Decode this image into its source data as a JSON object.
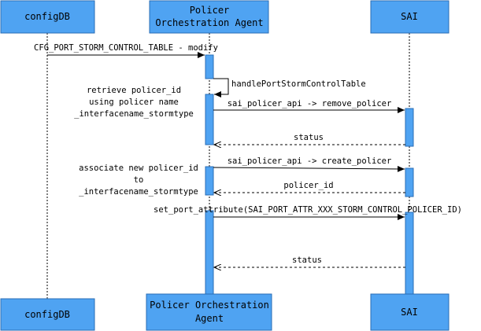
{
  "colors": {
    "box_fill": "#4FA3F2",
    "box_stroke": "#2A6DB5",
    "activation_fill": "#4FA3F2",
    "line": "#000000"
  },
  "participants": {
    "configdb": {
      "top_label": "configDB",
      "bottom_label": "configDB"
    },
    "policer": {
      "top_label_line1": "Policer",
      "top_label_line2": "Orchestration Agent",
      "bottom_label_line1": "Policer Orchestration",
      "bottom_label_line2": "Agent"
    },
    "sai": {
      "top_label": "SAI",
      "bottom_label": "SAI"
    }
  },
  "messages": {
    "cfg_modify": "CFG_PORT_STORM_CONTROL_TABLE - modify",
    "handle_table": "handlePortStormControlTable",
    "remove_policer": "sai_policer_api -> remove_policer",
    "status_1": "status",
    "create_policer": "sai_policer_api -> create_policer",
    "policer_id": "policer_id",
    "set_port_attribute": "set_port_attribute(SAI_PORT_ATTR_XXX_STORM_CONTROL_POLICER_ID)",
    "status_2": "status"
  },
  "notes": {
    "retrieve": [
      "retrieve policer_id",
      "using policer name",
      "_interfacename_stormtype"
    ],
    "associate": [
      "associate new policer_id",
      "to",
      "_interfacename_stormtype"
    ]
  }
}
